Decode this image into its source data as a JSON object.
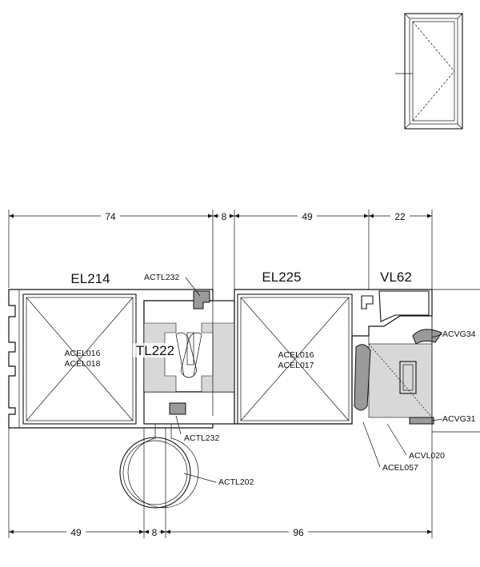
{
  "dimensions": {
    "top": [
      "74",
      "8",
      "49",
      "22"
    ],
    "bottom": [
      "49",
      "8",
      "96"
    ]
  },
  "profiles": {
    "frame": "EL214",
    "sash": "EL225",
    "tbar": "TL222",
    "bead": "VL62"
  },
  "codes": {
    "actl232_top": "ACTL232",
    "actl232_bottom": "ACTL232",
    "actl202": "ACTL202",
    "frame_insert_1": "ACEL016",
    "frame_insert_2": "ACEL018",
    "sash_insert_1": "ACEL016",
    "sash_insert_2": "ACEL017",
    "acvg34": "ACVG34",
    "acvg31": "ACVG31",
    "acvl020": "ACVL020",
    "acel057": "ACEL057"
  },
  "icons": [
    "window-elevation-icon"
  ]
}
